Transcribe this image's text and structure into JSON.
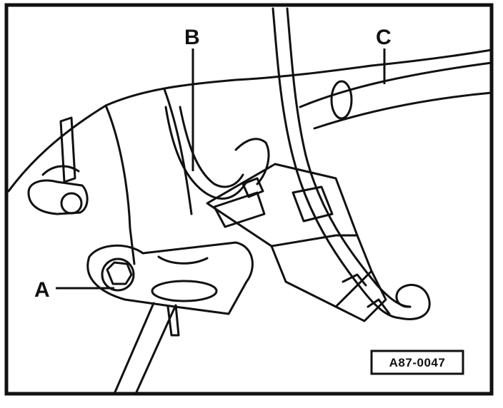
{
  "figure": {
    "labels": {
      "a": "A",
      "b": "B",
      "c": "C"
    },
    "figure_number": "A87-0047"
  },
  "colors": {
    "ink": "#111111",
    "background": "#ffffff"
  }
}
